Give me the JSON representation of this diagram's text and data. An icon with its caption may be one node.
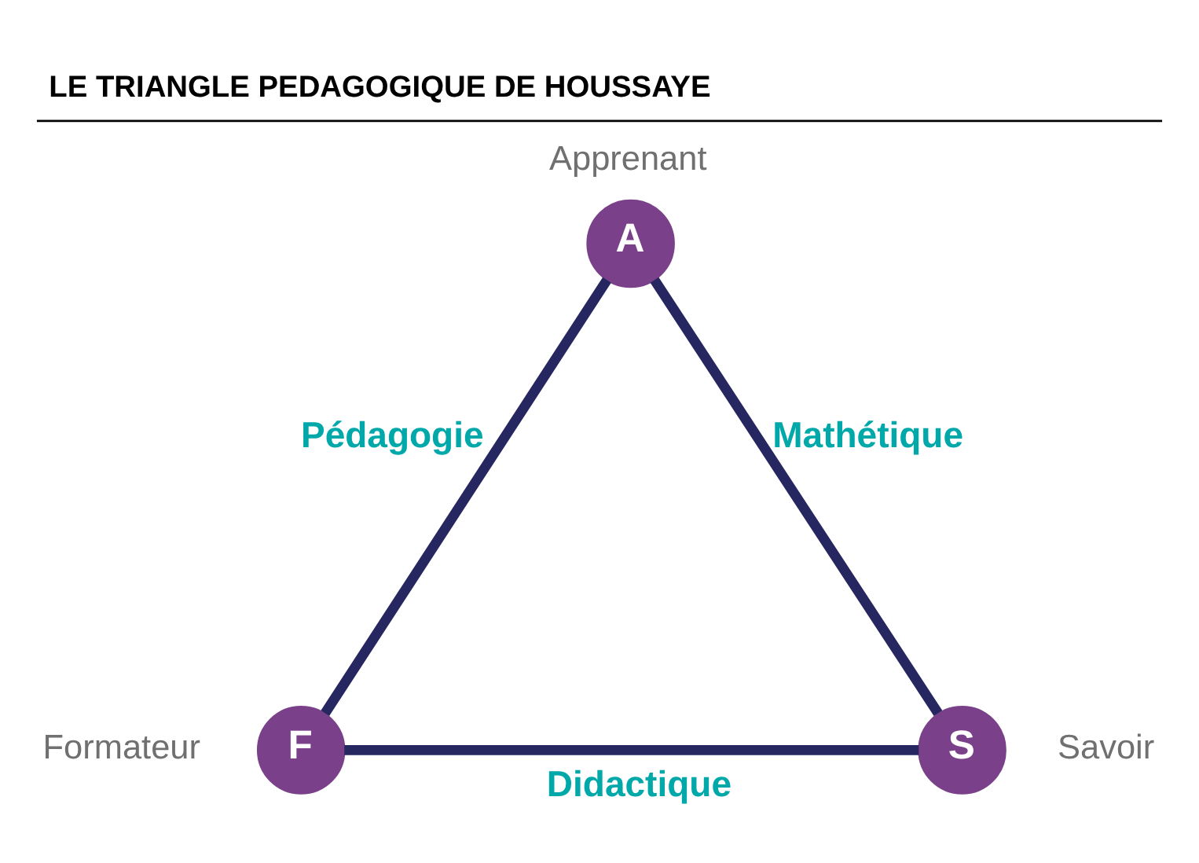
{
  "diagram": {
    "title": "LE TRIANGLE PEDAGOGIQUE DE HOUSSAYE",
    "nodes": [
      {
        "text": [
          "A"
        ],
        "beside": [
          "Apprenant"
        ]
      },
      {
        "text": [
          "F"
        ],
        "beside": [
          "Formateur"
        ]
      },
      {
        "text": [
          "S"
        ],
        "beside": [
          "Savoir"
        ]
      }
    ],
    "edges": [
      {
        "from": 0,
        "to": 1,
        "arrow": "none",
        "label": "Pédagogie"
      },
      {
        "from": 0,
        "to": 2,
        "arrow": "none",
        "label": "Mathétique"
      },
      {
        "from": 1,
        "to": 2,
        "arrow": "none",
        "label": "Didactique"
      }
    ]
  }
}
